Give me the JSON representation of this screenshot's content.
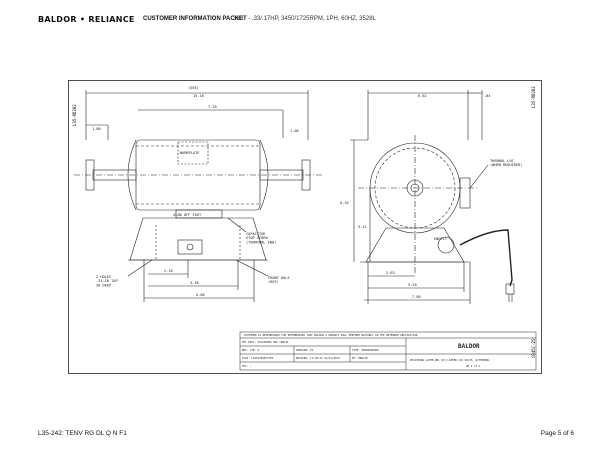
{
  "header": {
    "logo": "BALDOR • RELIANCE",
    "packet_title": "CUSTOMER INFORMATION PACKET",
    "spec": "380T - .33/.17HP, 3450/1725RPM, 1PH, 60HZ, 3528L"
  },
  "footer": {
    "doc_id": "L35-242: TENV RG DL Q N F1",
    "page": "Page 5 of 6"
  },
  "drawing": {
    "side_code": "L35-RD2H2",
    "side_code_bottom": "CR45C-25",
    "logo": "BALDOR",
    "dims": {
      "overall_len": "15.16",
      "overall_len_ref": "(SEE)",
      "top_offset": "1.80",
      "nameplate_w": "7.20",
      "shaft_dia": "1.06",
      "nameplate": "NAMEPLATE",
      "switch": "SLOW  OFF  FAST",
      "capacitor": "CAPACITOR\nSTOP SCREW\n(TERMINAL END)",
      "holes": "2 HOLES\n.31—18 TAP\n30 DEEP",
      "front_hole": "FRONT HOLE\n(REF)",
      "base_a": "2.18",
      "base_b": "3.38",
      "base_c": "6.80",
      "end_top": "6.62",
      "end_right": ".84",
      "height": "8.34",
      "center_h": "3.12",
      "end_base_a": "2.63",
      "end_base_b": "5.20",
      "end_base_c": "7.80",
      "thermal": "THERMAL LOC\n(WHEN REQUIRED)",
      "endplate": "ENDPLT."
    }
  },
  "title_block": {
    "notice": "CUSTOMER IS RESPONSIBLE FOR DETERMINING THAT BALDOR'S PRODUCT WILL PERFORM SUITABLY IN THE INTENDED APPLICATION",
    "rows": [
      [
        "MTL DESC: POLISHING MAX CENTAL",
        "",
        ""
      ],
      [
        "REV. LTR: Q",
        "VERSION: 01",
        "TYPE: 00000000000"
      ],
      [
        "FILE: LAAF125087TJF6",
        "REVISED: 11/18/13 12/31/2013",
        "BY: ENGLTD"
      ],
      [
        "MTL: —",
        "",
        ""
      ]
    ],
    "logo": "BALDOR",
    "desc": "POLISHING LATHE,DBL SH 2-SPEED,115 VOLTS, W/THERMAL",
    "sheet": "SH 1 of 1"
  }
}
